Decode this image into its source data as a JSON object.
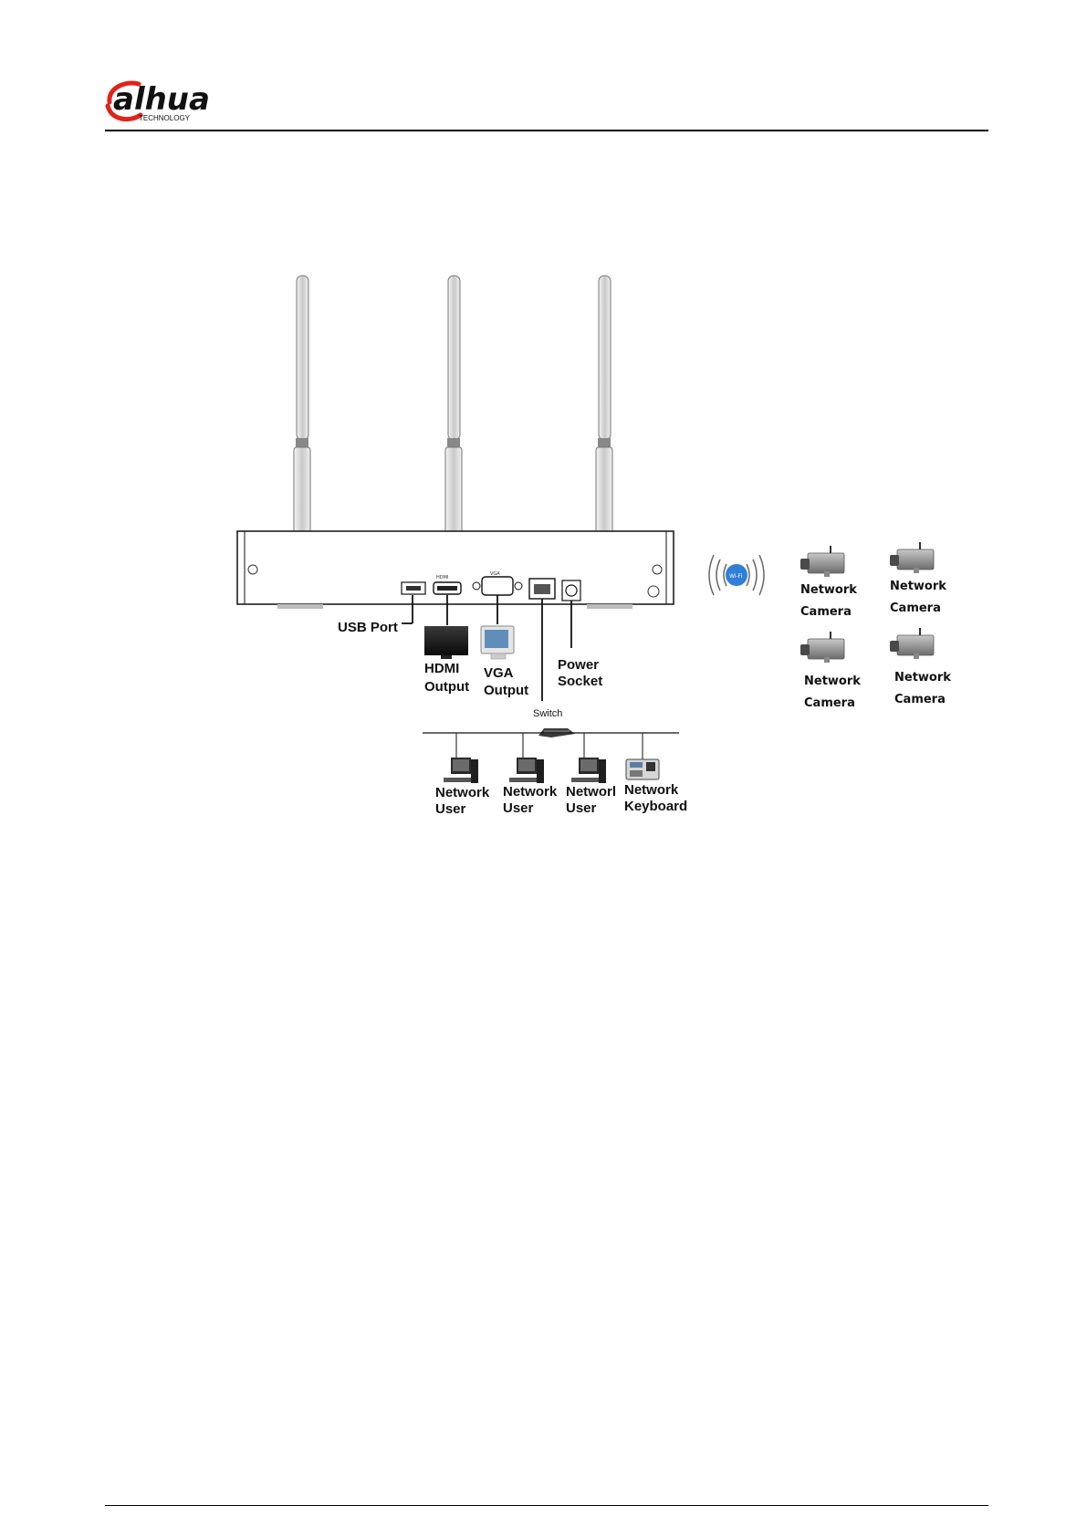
{
  "brand": {
    "logo_text": "alhua",
    "logo_sub": "TECHNOLOGY",
    "accent": "#e2231a"
  },
  "diagram": {
    "usb_port": "USB Port",
    "hdmi_output": [
      "HDMI",
      "Output"
    ],
    "vga_output": [
      "VGA",
      "Output"
    ],
    "power_socket": [
      "Power",
      "Socket"
    ],
    "switch": "Switch",
    "wifi_badge": "Wi-Fi",
    "port_labels": [
      "HDMI",
      "VGA"
    ],
    "cameras": [
      [
        "Network",
        "Camera"
      ],
      [
        "Network",
        "Camera"
      ],
      [
        "Network",
        "Camera"
      ],
      [
        "Network",
        "Camera"
      ]
    ],
    "network_devices": [
      [
        "Network",
        "User"
      ],
      [
        "Network",
        "User"
      ],
      [
        "Networl",
        "User"
      ],
      [
        "Network",
        "Keyboard"
      ]
    ]
  }
}
